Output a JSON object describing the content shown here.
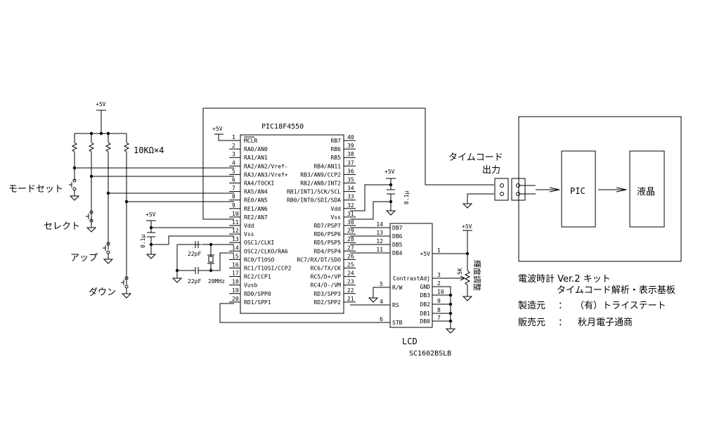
{
  "chip": {
    "title": "PIC18F4550",
    "left_pins": [
      {
        "num": "1",
        "label": "MCLR"
      },
      {
        "num": "2",
        "label": "RA0/AN0"
      },
      {
        "num": "3",
        "label": "RA1/AN1"
      },
      {
        "num": "4",
        "label": "RA2/AN2/Vref-"
      },
      {
        "num": "5",
        "label": "RA3/AN3/Vref+"
      },
      {
        "num": "6",
        "label": "RA4/TOCKI"
      },
      {
        "num": "7",
        "label": "RA5/AN4"
      },
      {
        "num": "8",
        "label": "RE0/AN5"
      },
      {
        "num": "9",
        "label": "RE1/AN6"
      },
      {
        "num": "10",
        "label": "RE2/AN7"
      },
      {
        "num": "11",
        "label": "Vdd"
      },
      {
        "num": "12",
        "label": "Vss"
      },
      {
        "num": "13",
        "label": "OSC1/CLKI"
      },
      {
        "num": "14",
        "label": "OSC2/CLKO/RA6"
      },
      {
        "num": "15",
        "label": "RC0/T1OSO"
      },
      {
        "num": "16",
        "label": "RC1/T1OSI/CCP2"
      },
      {
        "num": "17",
        "label": "RC2/CCP1"
      },
      {
        "num": "18",
        "label": "Vusb"
      },
      {
        "num": "19",
        "label": "RD0/SPP0"
      },
      {
        "num": "20",
        "label": "RD1/SPP1"
      }
    ],
    "right_pins": [
      {
        "num": "40",
        "label": "RB7"
      },
      {
        "num": "39",
        "label": "RB6"
      },
      {
        "num": "38",
        "label": "RB5"
      },
      {
        "num": "37",
        "label": "RB4/AN11"
      },
      {
        "num": "36",
        "label": "RB3/AN9/CCP2"
      },
      {
        "num": "35",
        "label": "RB2/AN8/INT2"
      },
      {
        "num": "34",
        "label": "RB1/INT1/SCK/SCL"
      },
      {
        "num": "33",
        "label": "RB0/INT0/SDI/SDA"
      },
      {
        "num": "32",
        "label": "Vdd"
      },
      {
        "num": "31",
        "label": "Vss"
      },
      {
        "num": "30",
        "label": "RD7/PSP7"
      },
      {
        "num": "29",
        "label": "RD6/PSP6"
      },
      {
        "num": "28",
        "label": "RD5/PSP5"
      },
      {
        "num": "27",
        "label": "RD4/PSP4"
      },
      {
        "num": "26",
        "label": "RC7/RX/DT/SDO"
      },
      {
        "num": "25",
        "label": "RC6/TX/CK"
      },
      {
        "num": "24",
        "label": "RC5/D+/VP"
      },
      {
        "num": "23",
        "label": "RC4/D-/VM"
      },
      {
        "num": "22",
        "label": "RD3/SPP3"
      },
      {
        "num": "21",
        "label": "RD2/SPP2"
      }
    ]
  },
  "lcd": {
    "title": "LCD",
    "model": "SC1602BSLB",
    "left_pins": [
      {
        "num": "14",
        "label": "DB7"
      },
      {
        "num": "13",
        "label": "DB6"
      },
      {
        "num": "12",
        "label": "DB5"
      },
      {
        "num": "11",
        "label": "DB4"
      },
      {
        "num": "5",
        "label": "R/W"
      },
      {
        "num": "4",
        "label": "RS"
      },
      {
        "num": "6",
        "label": "STB"
      }
    ],
    "right_pins": [
      {
        "num": "1",
        "label": "+5V"
      },
      {
        "num": "3",
        "label": "ContrastAdj"
      },
      {
        "num": "2",
        "label": "GND"
      },
      {
        "num": "10",
        "label": "DB3"
      },
      {
        "num": "9",
        "label": "DB2"
      },
      {
        "num": "8",
        "label": "DB1"
      },
      {
        "num": "7",
        "label": "DB0"
      }
    ]
  },
  "power": {
    "vcc_label": "+5V"
  },
  "resistors": {
    "pullup_label": "10KΩ×4",
    "contrast_value": "5K",
    "contrast_label": "輝度調整"
  },
  "capacitors": {
    "bypass_label": "0.1μ",
    "crystal_cap_1": "22pF",
    "crystal_cap_2": "22pF"
  },
  "crystal": {
    "label": "20MHz"
  },
  "switches": [
    {
      "label": "モードセット"
    },
    {
      "label": "セレクト"
    },
    {
      "label": "アップ"
    },
    {
      "label": "ダウン"
    }
  ],
  "timecode": {
    "label_line1": "タイムコード",
    "label_line2": "出力"
  },
  "kit_block": {
    "pic_label": "PIC",
    "lcd_label": "液晶"
  },
  "info": {
    "line1": "電波時計 Ver.2 キット",
    "line2": "タイムコード解析・表示基板",
    "maker_key": "製造元",
    "maker_sep": "：",
    "maker_value": "（有）トライステート",
    "seller_key": "販売元",
    "seller_sep": "：",
    "seller_value": "秋月電子通商"
  }
}
